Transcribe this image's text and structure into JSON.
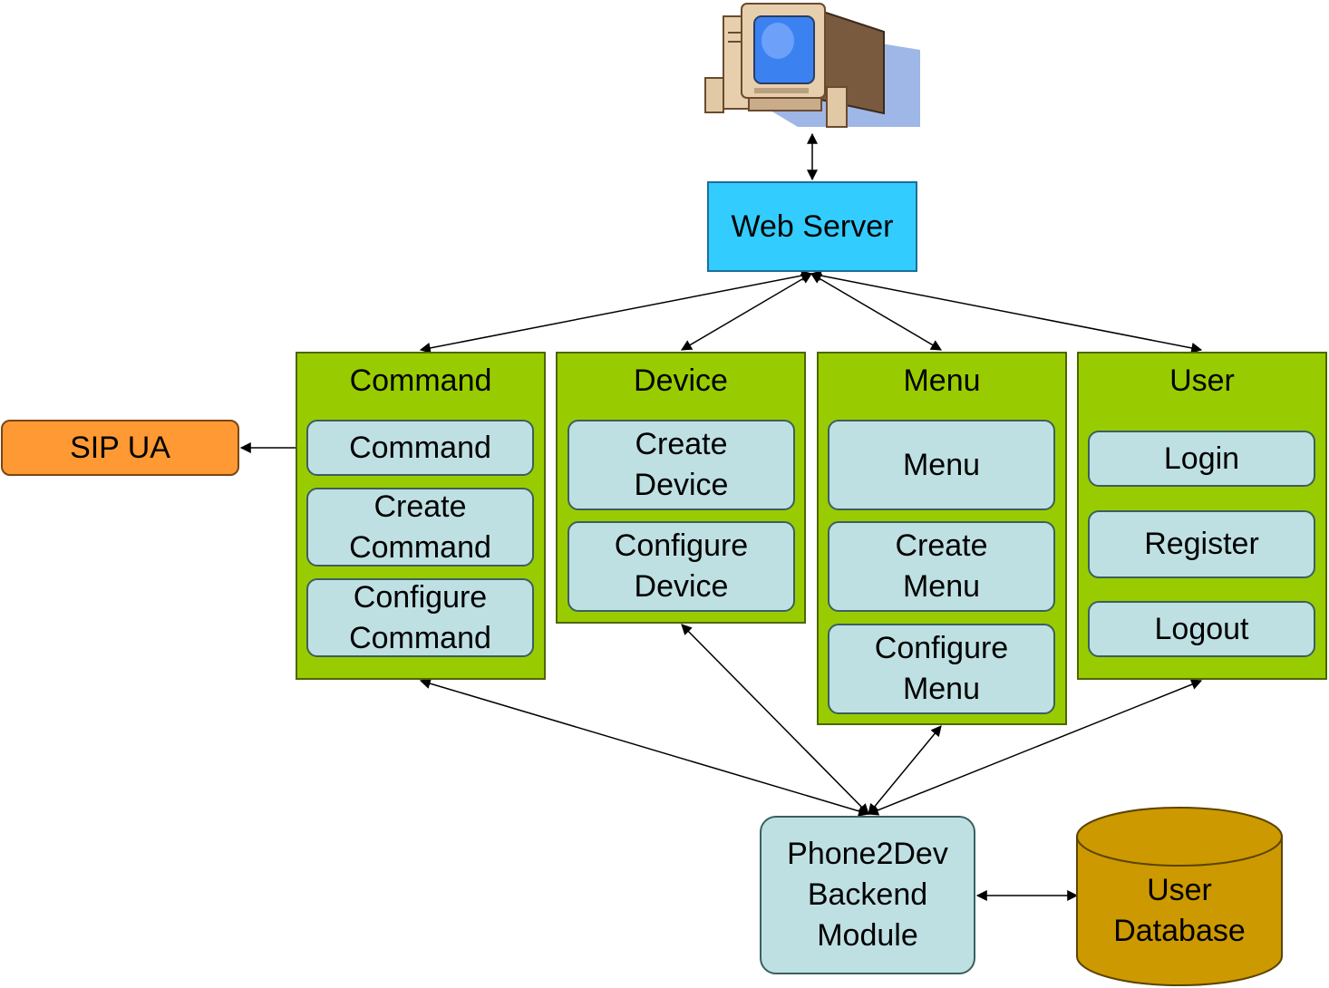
{
  "web_server": {
    "label": "Web Server"
  },
  "sip_ua": {
    "label": "SIP UA"
  },
  "groups": {
    "command": {
      "title": "Command",
      "items": [
        "Command",
        "Create\nCommand",
        "Configure\nCommand"
      ]
    },
    "device": {
      "title": "Device",
      "items": [
        "Create\nDevice",
        "Configure\nDevice"
      ]
    },
    "menu": {
      "title": "Menu",
      "items": [
        "Menu",
        "Create\nMenu",
        "Configure\nMenu"
      ]
    },
    "user": {
      "title": "User",
      "items": [
        "Login",
        "Register",
        "Logout"
      ]
    }
  },
  "backend": {
    "label": "Phone2Dev\nBackend\nModule"
  },
  "database": {
    "label": "User\nDatabase"
  },
  "colors": {
    "web_server": "#33ccff",
    "sip_ua": "#ff9933",
    "group": "#99cc00",
    "item": "#bfe0e3",
    "database": "#cc9900"
  },
  "icons": {
    "client": "computer-icon"
  }
}
